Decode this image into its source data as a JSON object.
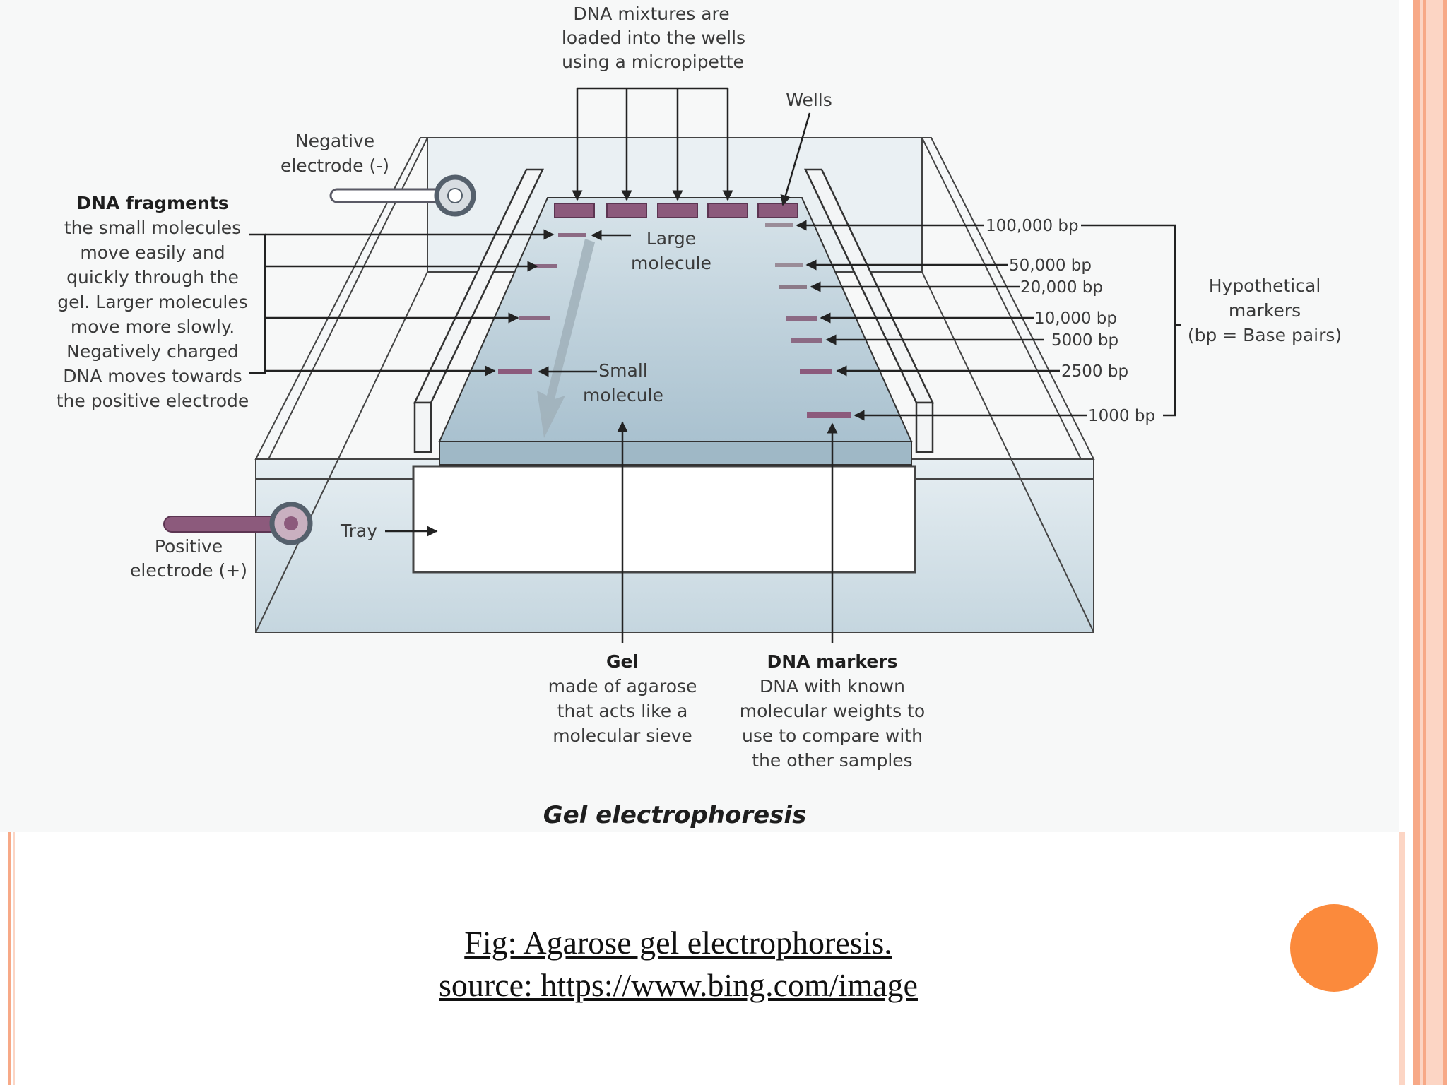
{
  "diagram": {
    "title": "Gel electrophoresis",
    "top_label": [
      "DNA mixtures are",
      "loaded into the wells",
      "using a micropipette"
    ],
    "wells_label": "Wells",
    "negative_electrode": [
      "Negative",
      "electrode (-)"
    ],
    "positive_electrode": [
      "Positive",
      "electrode (+)"
    ],
    "dna_fragments_heading": "DNA fragments",
    "dna_fragments_text": [
      "the small molecules",
      "move easily and",
      "quickly through the",
      "gel. Larger molecules",
      "move more slowly.",
      "Negatively charged",
      "DNA moves towards",
      "the positive electrode"
    ],
    "large_molecule": [
      "Large",
      "molecule"
    ],
    "small_molecule": [
      "Small",
      "molecule"
    ],
    "tray_label": "Tray",
    "marker_sizes": [
      "100,000 bp",
      "50,000 bp",
      "20,000 bp",
      "10,000 bp",
      "5000 bp",
      "2500 bp",
      "1000 bp"
    ],
    "hypothetical_markers": [
      "Hypothetical",
      "markers",
      "(bp = Base pairs)"
    ],
    "gel_heading": "Gel",
    "gel_text": [
      "made of agarose",
      "that acts like a",
      "molecular sieve"
    ],
    "dna_markers_heading": "DNA markers",
    "dna_markers_text": [
      "DNA with known",
      "molecular weights to",
      "use to compare  with",
      "the other samples"
    ]
  },
  "caption": {
    "line1": "Fig: Agarose gel electrophoresis.",
    "line2": "source: https://www.bing.com/image"
  },
  "colors": {
    "accent_orange": "#fb8a3c",
    "stripe_light": "#fcd5c4",
    "stripe_mid": "#f7a987",
    "gel_blue": "#b8ccd8",
    "band_purple": "#8c5a7c"
  }
}
